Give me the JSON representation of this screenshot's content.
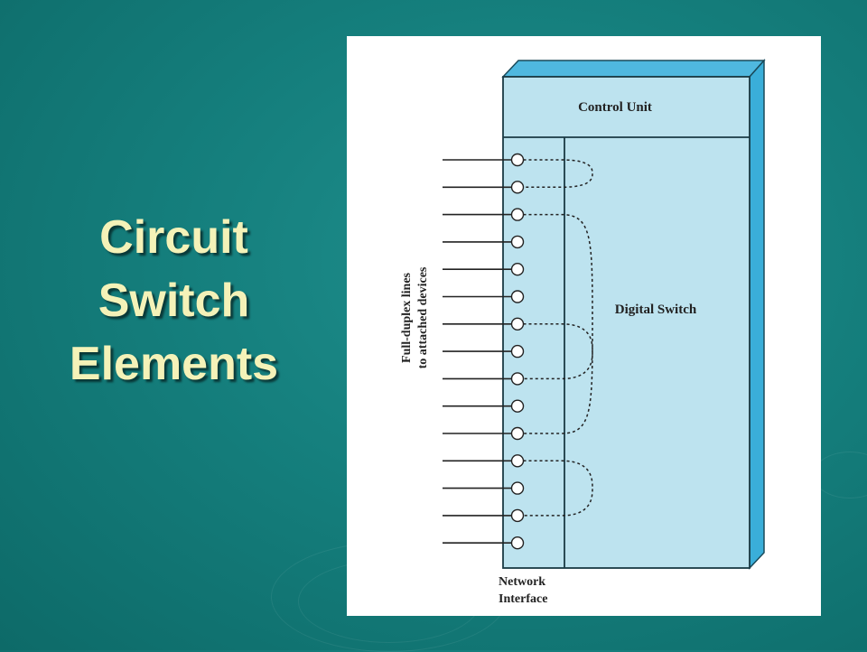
{
  "slide": {
    "title_lines": [
      "Circuit",
      "Switch",
      "Elements"
    ]
  },
  "diagram": {
    "control_unit_label": "Control Unit",
    "digital_switch_label": "Digital Switch",
    "side_label_line1": "Full-duplex lines",
    "side_label_line2": "to attached devices",
    "network_interface_line1": "Network",
    "network_interface_line2": "Interface",
    "line_count": 15,
    "connections": [
      [
        0,
        1
      ],
      [
        2,
        10
      ],
      [
        6,
        8
      ],
      [
        11,
        13
      ]
    ]
  },
  "colors": {
    "background": "#157f7d",
    "title_text": "#f4f2b8",
    "box_fill": "#bde3ef",
    "box_side": "#3aaed9",
    "box_top": "#4fb8df"
  }
}
